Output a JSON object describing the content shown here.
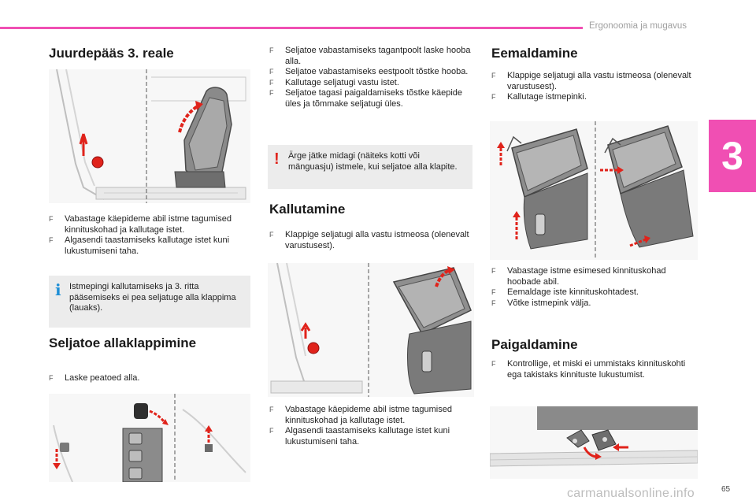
{
  "header": {
    "title": "Ergonoomia ja mugavus",
    "chapter": "3",
    "page_number": "65"
  },
  "watermark": "carmanualsonline.info",
  "colors": {
    "accent": "#f04fb3",
    "arrow_red": "#e0231b",
    "info_blue": "#1f8fd6",
    "note_bg": "#ececec"
  },
  "col1": {
    "heading": "Juurdepääs 3. reale",
    "bullets": [
      "Vabastage käepideme abil istme tagumised kinnituskohad ja kallutage istet.",
      "Algasendi taastamiseks kallutage istet kuni lukustumiseni taha."
    ],
    "info_note": "Istmepingi kallutamiseks ja 3. ritta pääsemiseks ei pea seljatuge alla klappima (lauaks).",
    "heading2": "Seljatoe allaklappimine",
    "bullets2": [
      "Laske peatoed alla."
    ]
  },
  "col2": {
    "bullets": [
      "Seljatoe vabastamiseks tagantpoolt laske hooba alla.",
      "Seljatoe vabastamiseks eestpoolt tõstke hooba.",
      "Kallutage seljatugi vastu istet.",
      "Seljatoe tagasi paigaldamiseks tõstke käepide üles ja tõmmake seljatugi üles."
    ],
    "warning_note": "Ärge jätke midagi (näiteks kotti või mänguasju) istmele, kui seljatoe alla klapite.",
    "heading": "Kallutamine",
    "bullets2": [
      "Klappige seljatugi alla vastu istmeosa (olenevalt varustusest)."
    ],
    "bullets3": [
      "Vabastage käepideme abil istme tagumised kinnituskohad ja kallutage istet.",
      "Algasendi taastamiseks kallutage istet kuni lukustumiseni taha."
    ]
  },
  "col3": {
    "heading": "Eemaldamine",
    "bullets": [
      "Klappige seljatugi alla vastu istmeosa (olenevalt varustusest).",
      "Kallutage istmepinki."
    ],
    "bullets2": [
      "Vabastage istme esimesed kinnituskohad hoobade abil.",
      "Eemaldage iste kinnituskohtadest.",
      "Võtke istmepink välja."
    ],
    "heading2": "Paigaldamine",
    "bullets3": [
      "Kontrollige, et miski ei ummistaks kinnituskohti ega takistaks kinnituste lukustumist."
    ]
  }
}
